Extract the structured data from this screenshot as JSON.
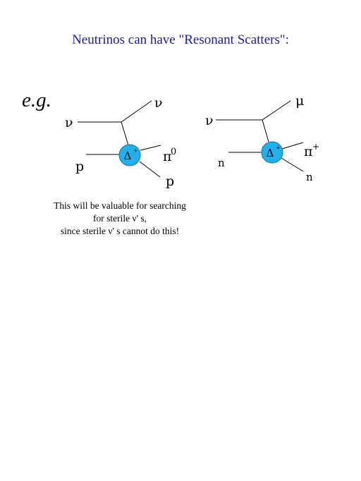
{
  "title": "Neutrinos can have \"Resonant Scatters\":",
  "example_label": "e.g.",
  "colors": {
    "title": "#1a1aa6",
    "delta_fill": "#21b0ec",
    "delta_stroke": "#1570a8",
    "line": "#000000"
  },
  "left_diagram": {
    "incoming_lepton": "ν",
    "outgoing_lepton": "ν",
    "target": "p",
    "resonance_symbol": "Δ",
    "resonance_charge": "+",
    "product_meson": "π",
    "product_meson_charge": "0",
    "product_nucleon": "p"
  },
  "right_diagram": {
    "incoming_lepton": "ν",
    "outgoing_lepton": "μ",
    "target": "n",
    "resonance_symbol": "Δ",
    "resonance_charge": "+",
    "product_meson": "π",
    "product_meson_charge": "+",
    "product_nucleon": "n"
  },
  "caption": {
    "line1": "This will be valuable for searching",
    "line2": "for sterile ν' s,",
    "line3": "since sterile ν' s cannot do this!"
  }
}
